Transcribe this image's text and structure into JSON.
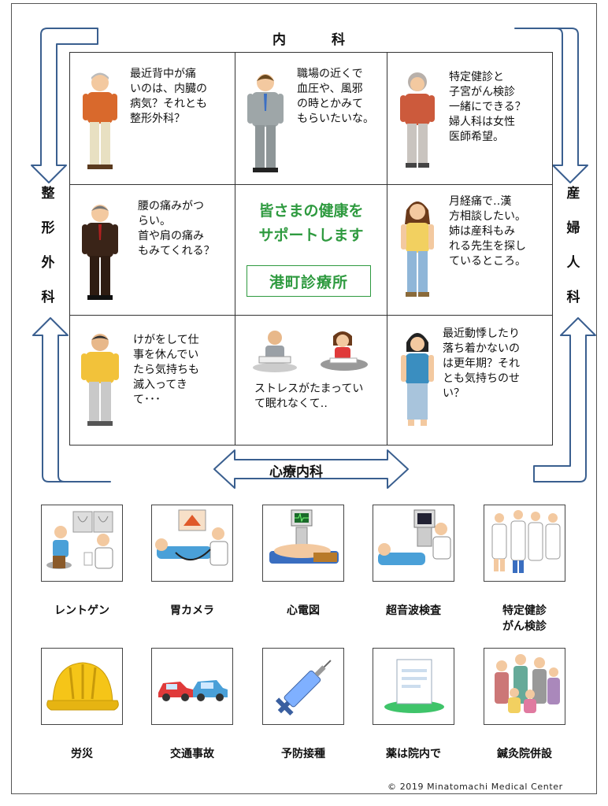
{
  "departments": {
    "top": [
      "内",
      "科"
    ],
    "left": [
      "整",
      "形",
      "外",
      "科"
    ],
    "right": [
      "産",
      "婦",
      "人",
      "科"
    ],
    "bottom": "心療内科"
  },
  "grid": {
    "cells": [
      {
        "text": "最近背中が痛\nいのは、内臓の\n病気？それとも\n整形外科？"
      },
      {
        "text": "職場の近くで\n血圧や、風邪\nの時とかみて\nもらいたいな。"
      },
      {
        "text": "特定健診と\n子宮がん検診\n一緒にできる？\n婦人科は女性\n医師希望。"
      },
      {
        "text": "腰の痛みがつ\nらい。\n首や肩の痛み\nもみてくれる？"
      },
      {
        "text": "月経痛で‥漢\n方相談したい。\n姉は産科もみ\nれる先生を探し\nているところ。"
      },
      {
        "text": "けがをして仕\n事を休んでい\nたら気持ちも\n滅入ってき\nて･･･"
      },
      {
        "text": "ストレスがたまってい\nて眠れなくて‥"
      },
      {
        "text": "最近動悸したり\n落ち着かないの\nは更年期？それ\nとも気持ちのせ\nい？"
      }
    ],
    "center_title": "皆さまの健康を\nサポートします",
    "clinic_name": "港町診療所"
  },
  "services": [
    {
      "label": "レントゲン",
      "icon": "xray-icon"
    },
    {
      "label": "胃カメラ",
      "icon": "gastroscope-icon"
    },
    {
      "label": "心電図",
      "icon": "ecg-icon"
    },
    {
      "label": "超音波検査",
      "icon": "ultrasound-icon"
    },
    {
      "label": "特定健診\nがん検診",
      "icon": "health-checkup-icon"
    },
    {
      "label": "労災",
      "icon": "hard-hat-icon"
    },
    {
      "label": "交通事故",
      "icon": "car-accident-icon"
    },
    {
      "label": "予防接種",
      "icon": "syringe-icon"
    },
    {
      "label": "薬は院内で",
      "icon": "medicine-bag-icon"
    },
    {
      "label": "鍼灸院併設",
      "icon": "family-group-icon"
    }
  ],
  "footer": {
    "copyright": "© 2019 Minatomachi Medical Center"
  },
  "colors": {
    "accent_green": "#2e9a3f",
    "arrow_blue": "#3a5f8f"
  }
}
